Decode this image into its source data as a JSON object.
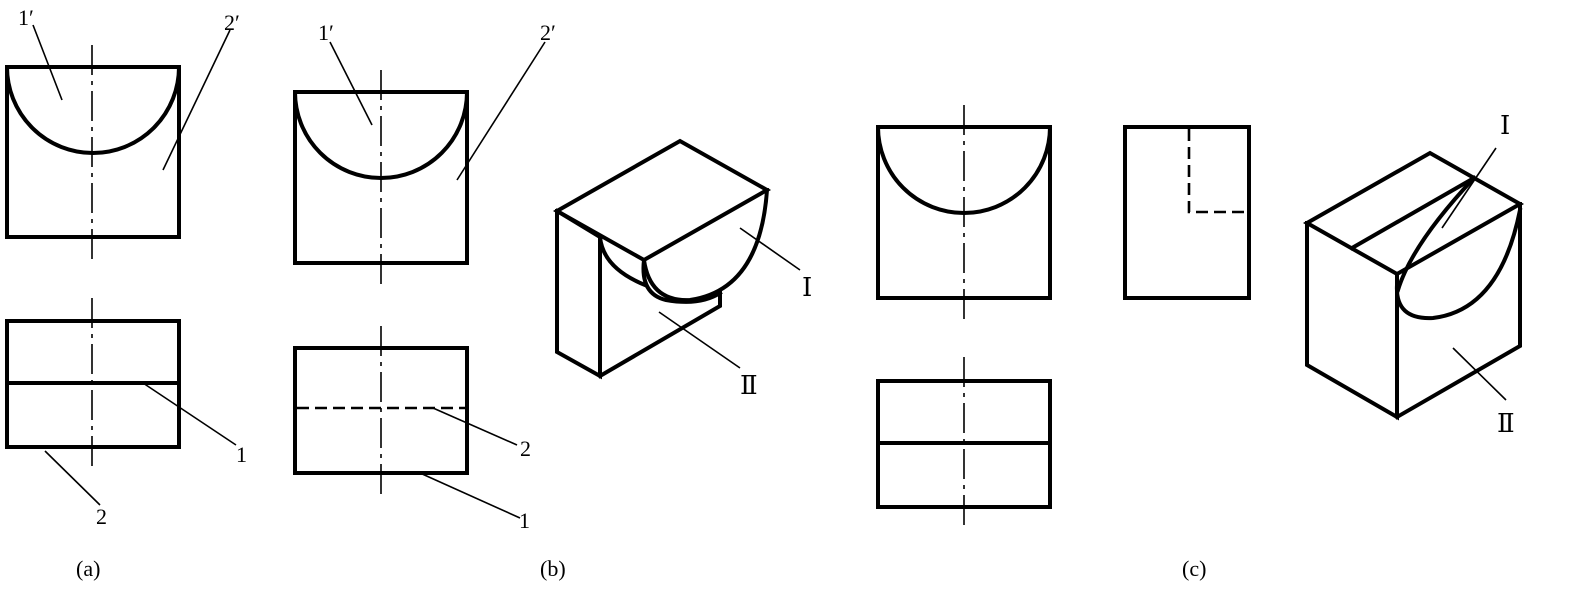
{
  "labels": {
    "one_prime": "1′",
    "two_prime": "2′",
    "one": "1",
    "two": "2",
    "roman_one": "Ⅰ",
    "roman_two": "Ⅱ"
  },
  "captions": {
    "a": "(a)",
    "b": "(b)",
    "c": "(c)"
  }
}
